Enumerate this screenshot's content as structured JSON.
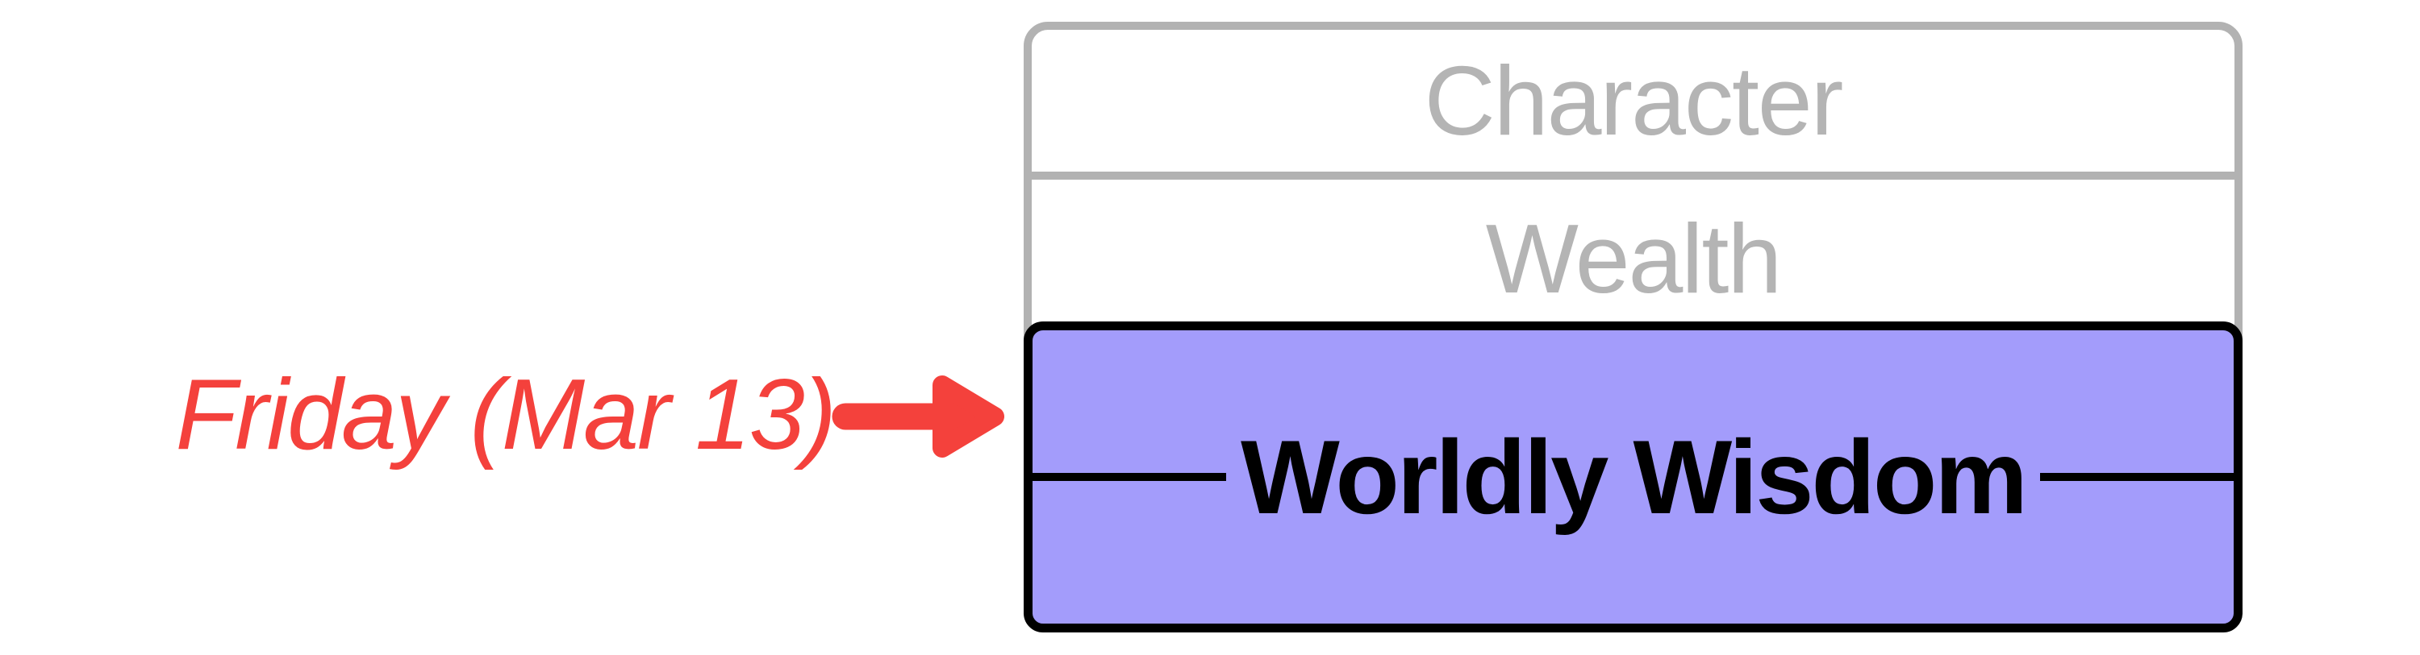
{
  "diagram": {
    "table": {
      "rows": [
        {
          "label": "Character",
          "state": "dimmed"
        },
        {
          "label": "Wealth",
          "state": "dimmed"
        },
        {
          "label": "Worldly Wisdom",
          "state": "selected"
        }
      ]
    },
    "annotation": {
      "label": "Friday (Mar 13)",
      "arrow_icon": "arrow-right-icon",
      "points_to": "Worldly Wisdom"
    },
    "colors": {
      "dimmed_border": "#b2b2b2",
      "dimmed_text": "#b4b4b4",
      "selected_fill": "#a39cfb",
      "selected_border": "#000000",
      "annotation_red": "#f4413c",
      "background": "#ffffff"
    }
  }
}
